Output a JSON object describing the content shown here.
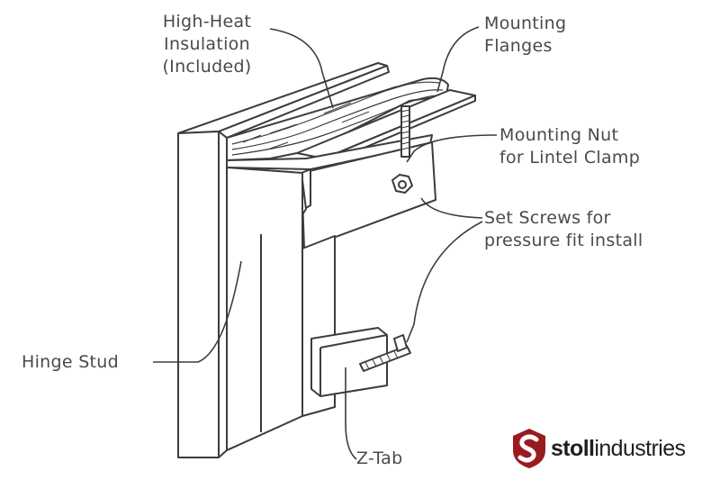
{
  "labels": {
    "insulation": [
      "High-Heat",
      "Insulation",
      "(Included)"
    ],
    "flanges": [
      "Mounting",
      "Flanges"
    ],
    "nut": [
      "Mounting Nut",
      "for Lintel Clamp"
    ],
    "screws": [
      "Set Screws for",
      "pressure fit install"
    ],
    "hinge": "Hinge Stud",
    "ztab": "Z-Tab"
  },
  "logo": {
    "bold": "stoll",
    "regular": "industries",
    "color": "#9a1b1f"
  },
  "colors": {
    "line": "#3c3c3c",
    "text": "#4a4a4a",
    "fill": "#ffffff"
  }
}
